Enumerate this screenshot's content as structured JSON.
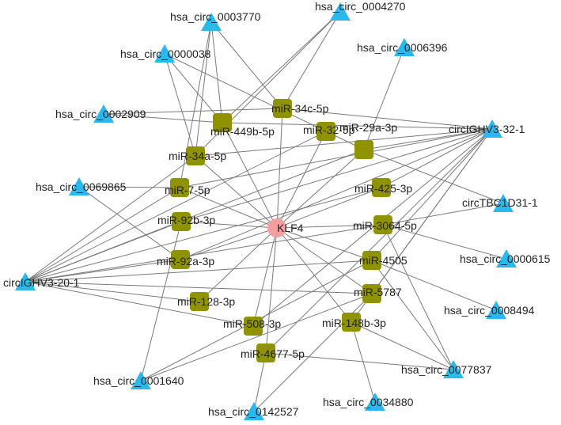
{
  "colors": {
    "circ": "#2bb8ec",
    "mirna": "#8f9300",
    "gene": "#f59ea2",
    "edge": "#7a7a7a"
  },
  "nodes": [
    {
      "id": "KLF4",
      "label": "KLF4",
      "type": "gene"
    },
    {
      "id": "m_34c",
      "label": "miR-34c-5p",
      "type": "mirna"
    },
    {
      "id": "m_449b",
      "label": "miR-449b-5p",
      "type": "mirna"
    },
    {
      "id": "m_32",
      "label": "miR-32-5p",
      "type": "mirna"
    },
    {
      "id": "m_29a",
      "label": "miR-29a-3p",
      "type": "mirna"
    },
    {
      "id": "m_34a",
      "label": "miR-34a-5p",
      "type": "mirna"
    },
    {
      "id": "m_7",
      "label": "miR-7-5p",
      "type": "mirna"
    },
    {
      "id": "m_425",
      "label": "miR-425-3p",
      "type": "mirna"
    },
    {
      "id": "m_92b",
      "label": "miR-92b-3p",
      "type": "mirna"
    },
    {
      "id": "m_3064",
      "label": "miR-3064-5p",
      "type": "mirna"
    },
    {
      "id": "m_92a",
      "label": "miR-92a-3p",
      "type": "mirna"
    },
    {
      "id": "m_4505",
      "label": "miR-4505",
      "type": "mirna"
    },
    {
      "id": "m_5787",
      "label": "miR-5787",
      "type": "mirna"
    },
    {
      "id": "m_128",
      "label": "miR-128-3p",
      "type": "mirna"
    },
    {
      "id": "m_508",
      "label": "miR-508-3p",
      "type": "mirna"
    },
    {
      "id": "m_148b",
      "label": "miR-148b-3p",
      "type": "mirna"
    },
    {
      "id": "m_4677",
      "label": "miR-4677-5p",
      "type": "mirna"
    },
    {
      "id": "c_4270",
      "label": "hsa_circ_0004270",
      "type": "circ"
    },
    {
      "id": "c_3770",
      "label": "hsa_circ_0003770",
      "type": "circ"
    },
    {
      "id": "c_6396",
      "label": "hsa_circ_0006396",
      "type": "circ"
    },
    {
      "id": "c_38",
      "label": "hsa_circ_0000038",
      "type": "circ"
    },
    {
      "id": "c_2909",
      "label": "hsa_circ_0002909",
      "type": "circ"
    },
    {
      "id": "c_32_1",
      "label": "circIGHV3-32-1",
      "type": "circ"
    },
    {
      "id": "c_69865",
      "label": "hsa_circ_0069865",
      "type": "circ"
    },
    {
      "id": "c_tbc",
      "label": "circTBC1D31-1",
      "type": "circ"
    },
    {
      "id": "c_615",
      "label": "hsa_circ_0000615",
      "type": "circ"
    },
    {
      "id": "c_20_1",
      "label": "circIGHV3-20-1",
      "type": "circ"
    },
    {
      "id": "c_8494",
      "label": "hsa_circ_0008494",
      "type": "circ"
    },
    {
      "id": "c_77837",
      "label": "hsa_circ_0077837",
      "type": "circ"
    },
    {
      "id": "c_1640",
      "label": "hsa_circ_0001640",
      "type": "circ"
    },
    {
      "id": "c_34880",
      "label": "hsa_circ_0034880",
      "type": "circ"
    },
    {
      "id": "c_142527",
      "label": "hsa_circ_0142527",
      "type": "circ"
    }
  ],
  "edges": [
    [
      "KLF4",
      "m_34c"
    ],
    [
      "KLF4",
      "m_449b"
    ],
    [
      "KLF4",
      "m_32"
    ],
    [
      "KLF4",
      "m_29a"
    ],
    [
      "KLF4",
      "m_34a"
    ],
    [
      "KLF4",
      "m_7"
    ],
    [
      "KLF4",
      "m_425"
    ],
    [
      "KLF4",
      "m_92b"
    ],
    [
      "KLF4",
      "m_3064"
    ],
    [
      "KLF4",
      "m_92a"
    ],
    [
      "KLF4",
      "m_4505"
    ],
    [
      "KLF4",
      "m_5787"
    ],
    [
      "KLF4",
      "m_128"
    ],
    [
      "KLF4",
      "m_508"
    ],
    [
      "KLF4",
      "m_148b"
    ],
    [
      "KLF4",
      "m_4677"
    ],
    [
      "c_4270",
      "m_34c"
    ],
    [
      "c_4270",
      "m_449b"
    ],
    [
      "c_4270",
      "m_34a"
    ],
    [
      "c_3770",
      "m_34c"
    ],
    [
      "c_3770",
      "m_449b"
    ],
    [
      "c_3770",
      "m_34a"
    ],
    [
      "c_3770",
      "m_7"
    ],
    [
      "c_38",
      "m_449b"
    ],
    [
      "c_38",
      "m_34a"
    ],
    [
      "c_38",
      "m_29a"
    ],
    [
      "c_6396",
      "m_29a"
    ],
    [
      "c_2909",
      "m_34c"
    ],
    [
      "c_2909",
      "m_449b"
    ],
    [
      "c_69865",
      "m_7"
    ],
    [
      "c_69865",
      "m_92a"
    ],
    [
      "c_32_1",
      "m_34c"
    ],
    [
      "c_32_1",
      "m_449b"
    ],
    [
      "c_32_1",
      "m_29a"
    ],
    [
      "c_32_1",
      "m_34a"
    ],
    [
      "c_32_1",
      "m_7"
    ],
    [
      "c_32_1",
      "m_425"
    ],
    [
      "c_32_1",
      "m_92b"
    ],
    [
      "c_32_1",
      "m_92a"
    ],
    [
      "c_32_1",
      "m_4505"
    ],
    [
      "c_32_1",
      "m_5787"
    ],
    [
      "c_32_1",
      "m_148b"
    ],
    [
      "c_32_1",
      "m_4677"
    ],
    [
      "c_32_1",
      "m_508"
    ],
    [
      "c_20_1",
      "m_34a"
    ],
    [
      "c_20_1",
      "m_7"
    ],
    [
      "c_20_1",
      "m_32"
    ],
    [
      "c_20_1",
      "m_29a"
    ],
    [
      "c_20_1",
      "m_425"
    ],
    [
      "c_20_1",
      "m_92b"
    ],
    [
      "c_20_1",
      "m_3064"
    ],
    [
      "c_20_1",
      "m_92a"
    ],
    [
      "c_20_1",
      "m_4505"
    ],
    [
      "c_20_1",
      "m_5787"
    ],
    [
      "c_20_1",
      "m_128"
    ],
    [
      "c_20_1",
      "m_508"
    ],
    [
      "c_tbc",
      "m_29a"
    ],
    [
      "c_tbc",
      "m_3064"
    ],
    [
      "c_615",
      "m_3064"
    ],
    [
      "c_8494",
      "m_4505"
    ],
    [
      "c_77837",
      "m_4505"
    ],
    [
      "c_77837",
      "m_3064"
    ],
    [
      "c_77837",
      "m_148b"
    ],
    [
      "c_77837",
      "m_4677"
    ],
    [
      "c_1640",
      "m_92b"
    ],
    [
      "c_1640",
      "m_4505"
    ],
    [
      "c_1640",
      "m_5787"
    ],
    [
      "c_34880",
      "m_148b"
    ],
    [
      "c_142527",
      "m_5787"
    ],
    [
      "c_142527",
      "m_4677"
    ]
  ]
}
